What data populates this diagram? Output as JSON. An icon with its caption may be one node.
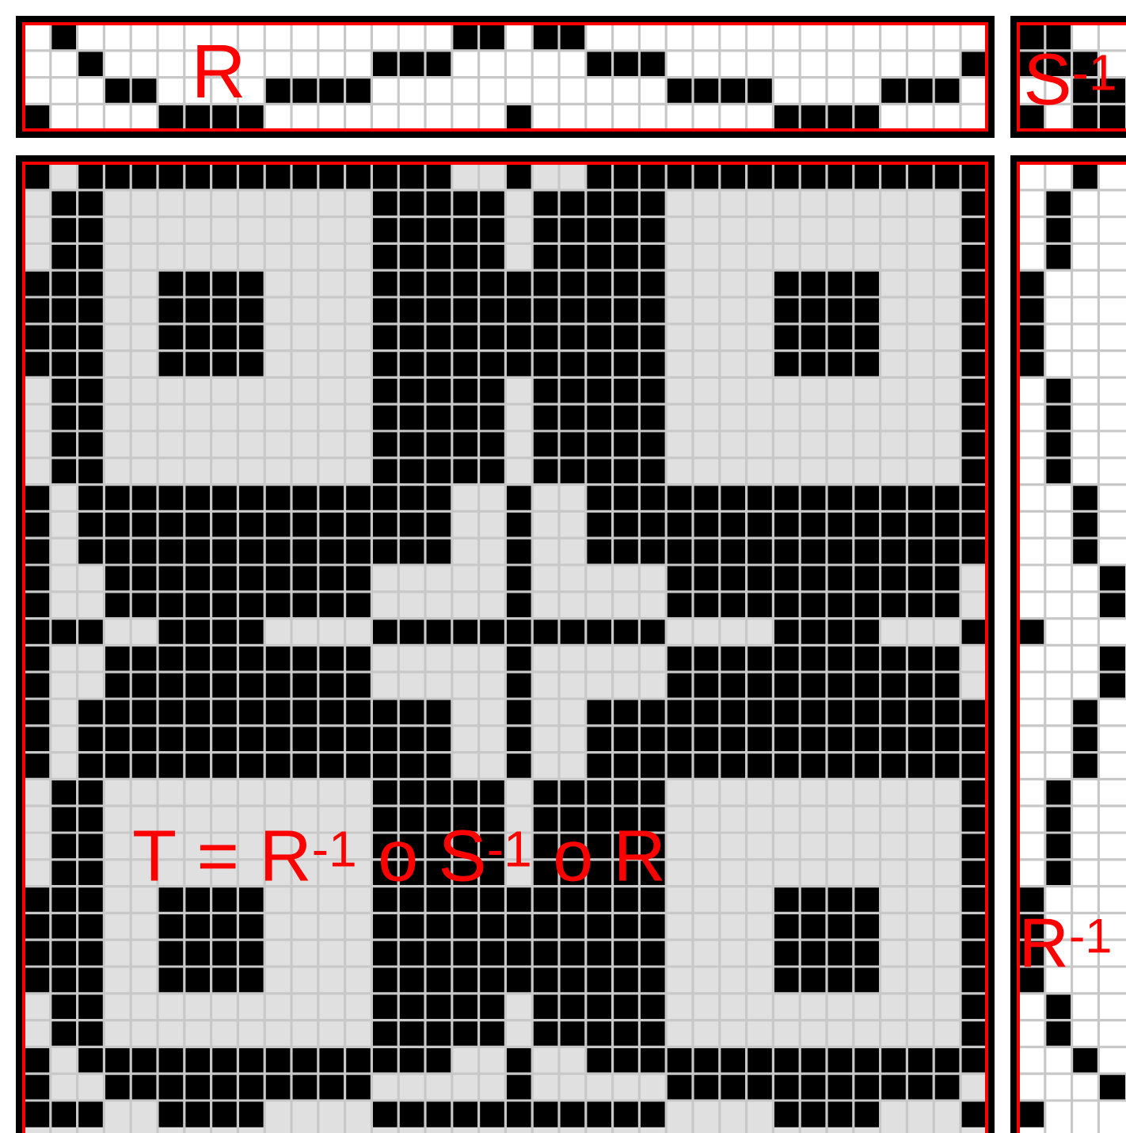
{
  "diagram": {
    "labels": [
      "R",
      "S$^{-1}$",
      "T = R$^{-1}$ o S$^{-1}$ o R",
      "R$^{-1}$"
    ]
  }
}
